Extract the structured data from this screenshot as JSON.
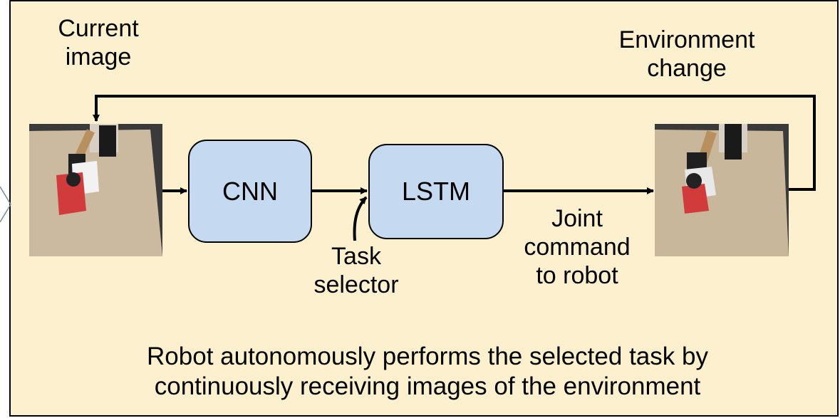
{
  "labels": {
    "current_image": "Current\nimage",
    "environment_change": "Environment\nchange",
    "cnn": "CNN",
    "lstm": "LSTM",
    "task_selector": "Task\nselector",
    "joint_command": "Joint\ncommand\nto robot",
    "caption": "Robot autonomously performs the selected task by\ncontinuously receiving images of the environment"
  },
  "colors": {
    "panel_background": "#fdf0cf",
    "block_fill": "#c5d9f1",
    "stroke": "#000000"
  },
  "images": {
    "left": "robot-workspace-photo",
    "right": "robot-workspace-photo"
  }
}
